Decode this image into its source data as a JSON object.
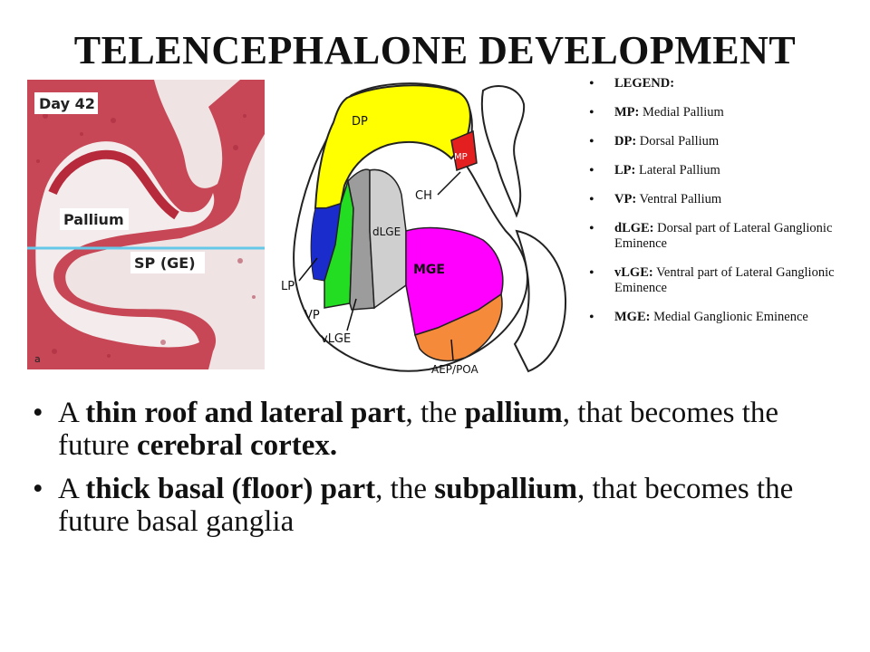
{
  "title": "TELENCEPHALONE DEVELOPMENT",
  "micrograph": {
    "day_label": "Day 42",
    "pallium_label": "Pallium",
    "sp_label": "SP (GE)",
    "corner_label": "a",
    "colors": {
      "tissue": "#c3394a",
      "background": "#efe3e3",
      "guide_line": "#66c8e8"
    }
  },
  "diagram": {
    "labels": {
      "dp": "DP",
      "mp": "MP",
      "ch": "CH",
      "dlge": "dLGE",
      "mge": "MGE",
      "lp": "LP",
      "vp": "VP",
      "vlge": "vLGE",
      "aep": "AEP/POA"
    },
    "colors": {
      "dp": "#ffff00",
      "mp": "#e41f1f",
      "lp": "#1a2ccc",
      "vp": "#22dd22",
      "vlge": "#9c9c9c",
      "dlge": "#cfcfcf",
      "mge": "#ff00ff",
      "aep": "#f58a3a"
    }
  },
  "legend": [
    {
      "key": "LEGEND:",
      "text": ""
    },
    {
      "key": "MP:",
      "text": " Medial Pallium"
    },
    {
      "key": "DP:",
      "text": " Dorsal Pallium"
    },
    {
      "key": "LP:",
      "text": " Lateral Pallium"
    },
    {
      "key": "VP:",
      "text": " Ventral Pallium"
    },
    {
      "key": "dLGE:",
      "text": " Dorsal part of Lateral Ganglionic Eminence"
    },
    {
      "key": "vLGE:",
      "text": " Ventral part of Lateral Ganglionic Eminence"
    },
    {
      "key": "MGE:",
      "text": " Medial Ganglionic Eminence"
    }
  ],
  "bullets": [
    {
      "t1": "A ",
      "b1": "thin roof and lateral part",
      "t2": ", the ",
      "b2": "pallium",
      "t3": ", that becomes the future ",
      "b3": "cerebral cortex.",
      "t4": ""
    },
    {
      "t1": "A ",
      "b1": "thick basal (floor) part",
      "t2": ", the ",
      "b2": "subpallium",
      "t3": ", that becomes the future basal ganglia",
      "b3": "",
      "t4": ""
    }
  ]
}
